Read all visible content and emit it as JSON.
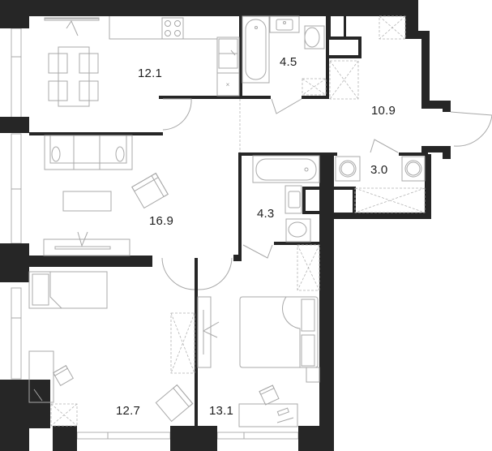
{
  "floor_plan": {
    "title": "Apartment floor plan",
    "colors": {
      "wall": "#262626",
      "furniture_line": "#a8a8a8",
      "background": "#ffffff"
    },
    "rooms": [
      {
        "id": "kitchen-dining",
        "area": "12.1"
      },
      {
        "id": "bathroom-1",
        "area": "4.5"
      },
      {
        "id": "hallway",
        "area": "10.9"
      },
      {
        "id": "laundry",
        "area": "3.0"
      },
      {
        "id": "bathroom-2",
        "area": "4.3"
      },
      {
        "id": "living-room",
        "area": "16.9"
      },
      {
        "id": "bedroom-1",
        "area": "12.7"
      },
      {
        "id": "bedroom-2",
        "area": "13.1"
      }
    ]
  }
}
